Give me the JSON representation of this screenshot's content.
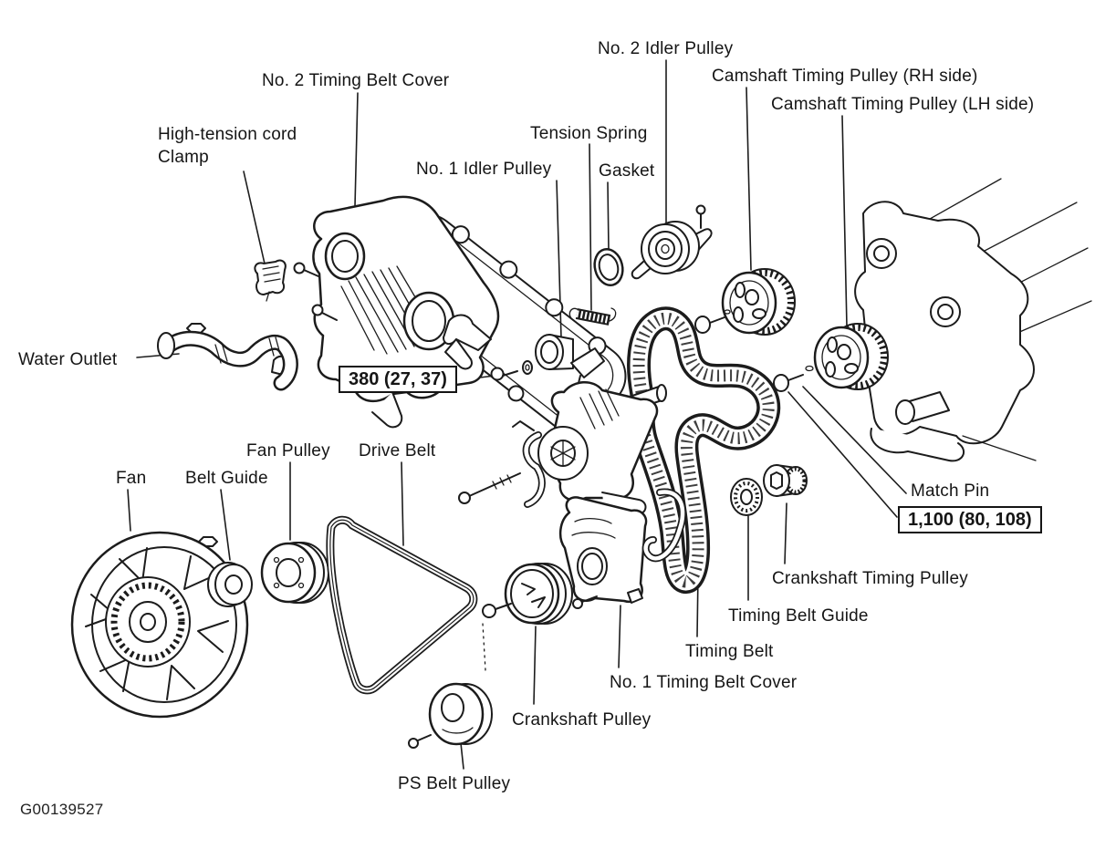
{
  "meta": {
    "background_color": "#ffffff",
    "line_color": "#1c1c1c",
    "diagram_subject": "Engine timing belt and pulleys exploded view"
  },
  "labels": {
    "no2_idler_pulley": "No. 2 Idler Pulley",
    "camshaft_timing_pulley_rh": "Camshaft Timing Pulley (RH side)",
    "camshaft_timing_pulley_lh": "Camshaft Timing Pulley (LH side)",
    "no2_timing_belt_cover": "No. 2 Timing Belt Cover",
    "high_tension_cord_clamp_line1": "High-tension cord",
    "high_tension_cord_clamp_line2": "Clamp",
    "tension_spring": "Tension Spring",
    "no1_idler_pulley": "No. 1 Idler Pulley",
    "gasket": "Gasket",
    "water_outlet": "Water Outlet",
    "fan": "Fan",
    "belt_guide": "Belt Guide",
    "fan_pulley": "Fan Pulley",
    "drive_belt": "Drive Belt",
    "match_pin": "Match Pin",
    "crankshaft_timing_pulley": "Crankshaft Timing Pulley",
    "timing_belt_guide": "Timing Belt Guide",
    "timing_belt": "Timing Belt",
    "no1_timing_belt_cover": "No. 1 Timing Belt Cover",
    "crankshaft_pulley": "Crankshaft Pulley",
    "ps_belt_pulley": "PS Belt Pulley"
  },
  "torque_specs": {
    "idler_pulley_bolt": "380 (27, 37)",
    "crankshaft_pulley_bolt": "1,100 (80, 108)"
  },
  "figure_id": "G00139527"
}
